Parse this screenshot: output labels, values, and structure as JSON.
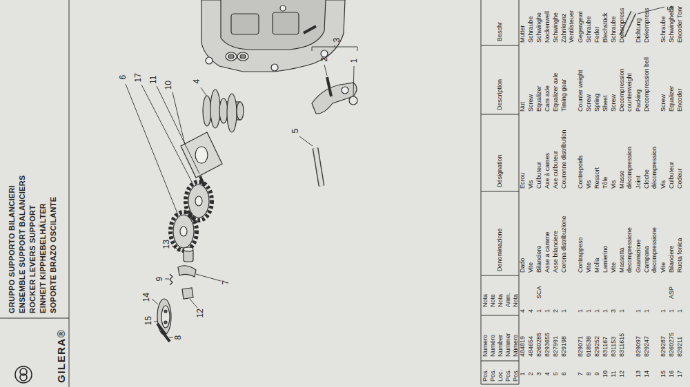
{
  "diagram": {
    "title": "GRUPPO SUPPORTO BILANCIERI",
    "labels": [
      "ENSEMBLE SUPPORT BALANCIERS",
      "ROCKER LEVERS SUPPORT",
      "EINHEIT KIPPHEBELHÄLTER",
      "SOPORTE BRAZO OSCILANTE",
      "GILERA®",
      "5",
      "6",
      "17",
      "11",
      "10",
      "4",
      "3",
      "2",
      "1",
      "5",
      "13",
      "9",
      "14",
      "15",
      "12",
      "8",
      "7",
      "Pos.",
      "Pos.",
      "Loc.",
      "Pos.",
      "Pos.",
      "Numero",
      "Numéro",
      "Number",
      "Nummer",
      "Número",
      "Nota",
      "Note",
      "Nota",
      "Anm.",
      "Nota",
      "Denominazione",
      "Désignation",
      "Description",
      "Beschr",
      "1",
      "484819",
      "4",
      "Dado",
      "Ecrou",
      "Nut",
      "Mutter",
      "2",
      "484654",
      "4",
      "Vite",
      "Vis",
      "Screw",
      "Schraube",
      "3",
      "8260285",
      "1",
      "SCA",
      "Bilanciere",
      "Culbuteur",
      "Equalizer",
      "Schwinghe",
      "4",
      "8293655",
      "1",
      "Asse a camme",
      "Axe à cames",
      "Cam axle",
      "Nockenwell",
      "5",
      "827991",
      "2",
      "Asse bilanciere",
      "Axe culbuteur",
      "Equalizer axle",
      "Schwinghe",
      "6",
      "829198",
      "1",
      "Corona distribuzione",
      "Couronne distribution",
      "Timing gear",
      "Zahnkranz Ventilsteuer",
      "7",
      "829071",
      "1",
      "Contrappeso",
      "Contrepoids",
      "Counter weight",
      "Gegengewi",
      "8",
      "018538",
      "1",
      "Vite",
      "Vis",
      "Screw",
      "Schraube",
      "9",
      "829252",
      "1",
      "Molla",
      "Ressort",
      "Spring",
      "Feder",
      "10",
      "831167",
      "1",
      "Lamierino",
      "Tôle",
      "Sheet",
      "Blechstück",
      "11",
      "831153",
      "3",
      "Vite",
      "Vis",
      "Screw",
      "Schraube",
      "12",
      "8311615",
      "1",
      "Massetta decompressione",
      "Masse décompression",
      "Decompression counterweight",
      "Dekompress",
      "13",
      "829097",
      "1",
      "Guarnizione",
      "Joint",
      "Packing",
      "Dichtung",
      "14",
      "829247",
      "1",
      "Campana decompressione",
      "Cloche décompression",
      "Decompression bell",
      "Dekompress",
      "15",
      "829287",
      "1",
      "Vite",
      "Vis",
      "Screw",
      "Schraube",
      "16",
      "8260275",
      "1",
      "ASP",
      "Bilanciere",
      "Culbuteur",
      "Equalizer",
      "Schwinghebe",
      "17",
      "829211",
      "1",
      "Ruota fonica",
      "Codeur",
      "Encoder",
      "Encoder Tonr"
    ]
  }
}
